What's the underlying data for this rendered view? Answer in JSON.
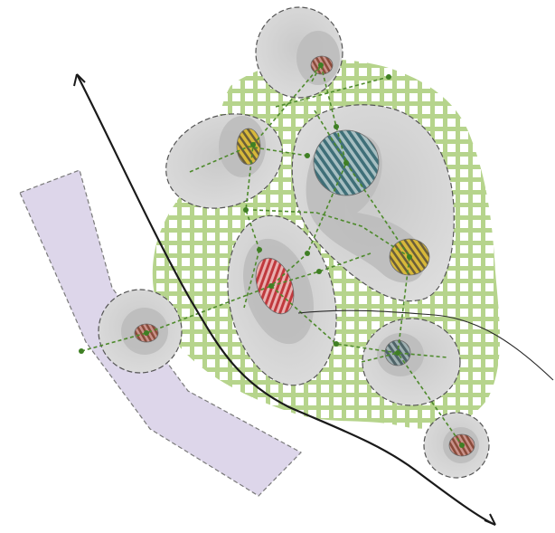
{
  "diagram": {
    "type": "site-analysis-bubble-diagram",
    "colors": {
      "background": "#ffffff",
      "green_grid": "#a9cc78",
      "bubble_fill": "#d6d6d6",
      "bubble_inner": "#bdbdbd",
      "bubble_stroke": "#555555",
      "band_fill": "#ddd6ea",
      "band_stroke": "#7a7a7a",
      "path_stroke": "#1a1a1a",
      "connector": "#4e8a2c",
      "node": "#3f7f24",
      "hatch_red": "#c0393d",
      "hatch_teal": "#3f6f78",
      "hatch_yellow": "#c9a92a",
      "hatch_brown": "#8a4b3a",
      "hatch_gray": "#6a7c80"
    },
    "zones": [
      {
        "id": "top",
        "hatch": "hatch_brown"
      },
      {
        "id": "upper-left",
        "hatch": "hatch_yellow"
      },
      {
        "id": "large-right",
        "hatch": "hatch_teal"
      },
      {
        "id": "right-mid",
        "hatch": "hatch_yellow"
      },
      {
        "id": "center",
        "hatch": "hatch_red"
      },
      {
        "id": "left",
        "hatch": "hatch_brown"
      },
      {
        "id": "lower-right",
        "hatch": "hatch_gray"
      },
      {
        "id": "bottom-right",
        "hatch": "hatch_brown"
      }
    ],
    "icons": [
      "curved-path-line",
      "dashed-connector",
      "hatched-core"
    ]
  }
}
